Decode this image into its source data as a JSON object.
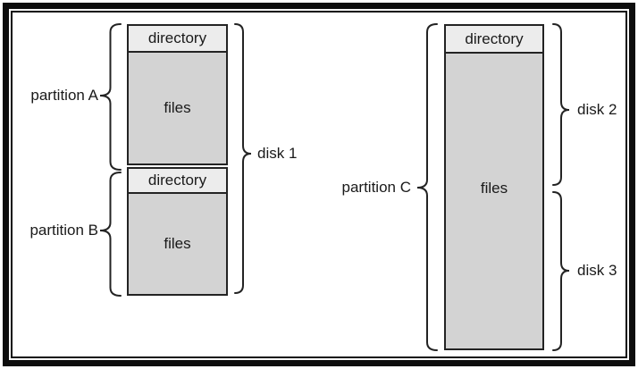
{
  "figure": {
    "description": "File-system partitions and disks diagram",
    "colors": {
      "frame": "#0d0d0d",
      "box_border": "#232323",
      "directory_fill": "#ececec",
      "files_fill": "#d3d3d3",
      "text": "#1a1a1a",
      "background": "#ffffff"
    },
    "left_stack": {
      "partitions": [
        {
          "name": "partition A",
          "header": "directory",
          "body": "files"
        },
        {
          "name": "partition B",
          "header": "directory",
          "body": "files"
        }
      ],
      "disk_label": "disk 1"
    },
    "right_stack": {
      "partitions": [
        {
          "name": "partition C",
          "header": "directory",
          "body": "files"
        }
      ],
      "disk_labels": [
        "disk 2",
        "disk 3"
      ]
    }
  }
}
